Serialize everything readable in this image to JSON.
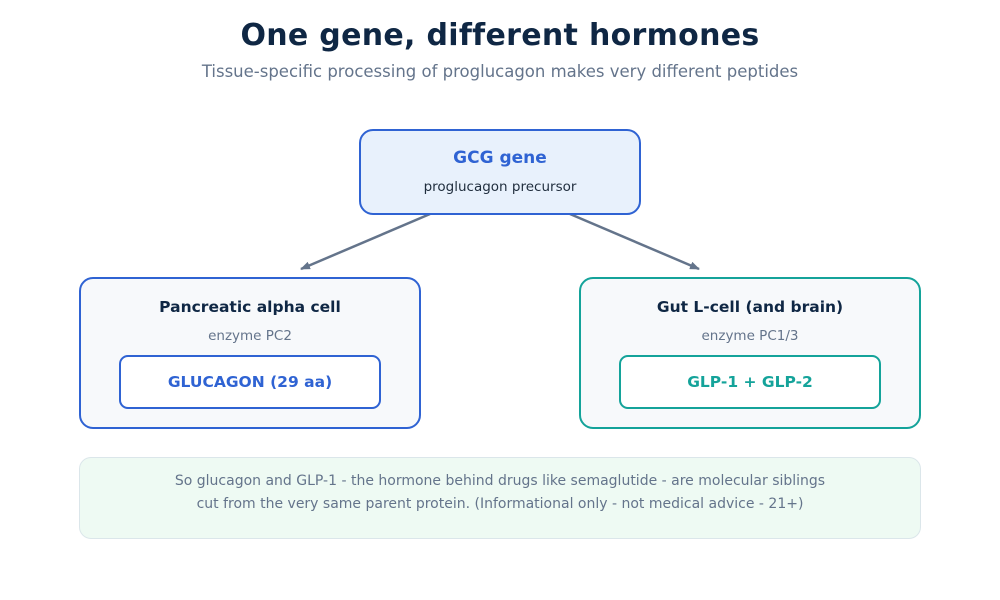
{
  "header": {
    "title": "One gene, different hormones",
    "subtitle": "Tissue-specific processing of proglucagon makes very different peptides"
  },
  "gene": {
    "name": "GCG gene",
    "description": "proglucagon precursor"
  },
  "tissues": [
    {
      "name": "Pancreatic alpha cell",
      "enzyme": "enzyme PC2",
      "product": "GLUCAGON (29 aa)",
      "color": "#2f63d3"
    },
    {
      "name": "Gut L-cell (and brain)",
      "enzyme": "enzyme PC1/3",
      "product": "GLP-1 + GLP-2",
      "color": "#14a39a"
    }
  ],
  "note": {
    "line1": "So glucagon and GLP-1 - the hormone behind drugs like semaglutide - are molecular siblings",
    "line2": "cut from the very same parent protein. (Informational only - not medical advice - 21+)"
  },
  "colors": {
    "title": "#0f2744",
    "muted": "#64748b",
    "arrow": "#64748b",
    "gene_fill": "#e8f1fc",
    "note_fill": "#eefaf3"
  }
}
